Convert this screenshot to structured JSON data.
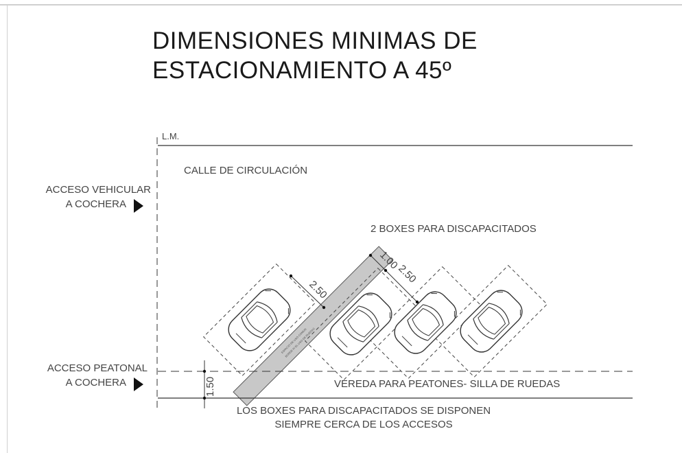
{
  "title": {
    "line1": "DIMENSIONES MINIMAS DE",
    "line2": "ESTACIONAMIENTO A 45º"
  },
  "labels": {
    "lm": "L.M.",
    "calle": "CALLE DE CIRCULACIÓN",
    "acceso_vehicular_1": "ACCESO VEHICULAR",
    "acceso_vehicular_2": "A COCHERA",
    "boxes_discapacitados": "2 BOXES PARA DISCAPACITADOS",
    "acceso_peatonal_1": "ACCESO PEATONAL",
    "acceso_peatonal_2": "A COCHERA",
    "vereda": "VEREDA PARA PEATONES- SILLA DE RUEDAS",
    "nota_1": "LOS BOXES PARA DISCAPACITADOS SE DISPONEN",
    "nota_2": "SIEMPRE CERCA DE LOS ACCESOS",
    "espacio_1": "ESPACIO DE USO COMUN",
    "espacio_2": "BORDE P/ EL USO DE RUEDAS"
  },
  "dimensions": {
    "box_width_left": "2.50",
    "aisle_width": "1.00",
    "box_width_right": "2.50",
    "sidewalk_width": "1.50"
  },
  "colors": {
    "line": "#333333",
    "shared_space_fill": "#c8c8c8",
    "frame": "#cfcfcf"
  }
}
